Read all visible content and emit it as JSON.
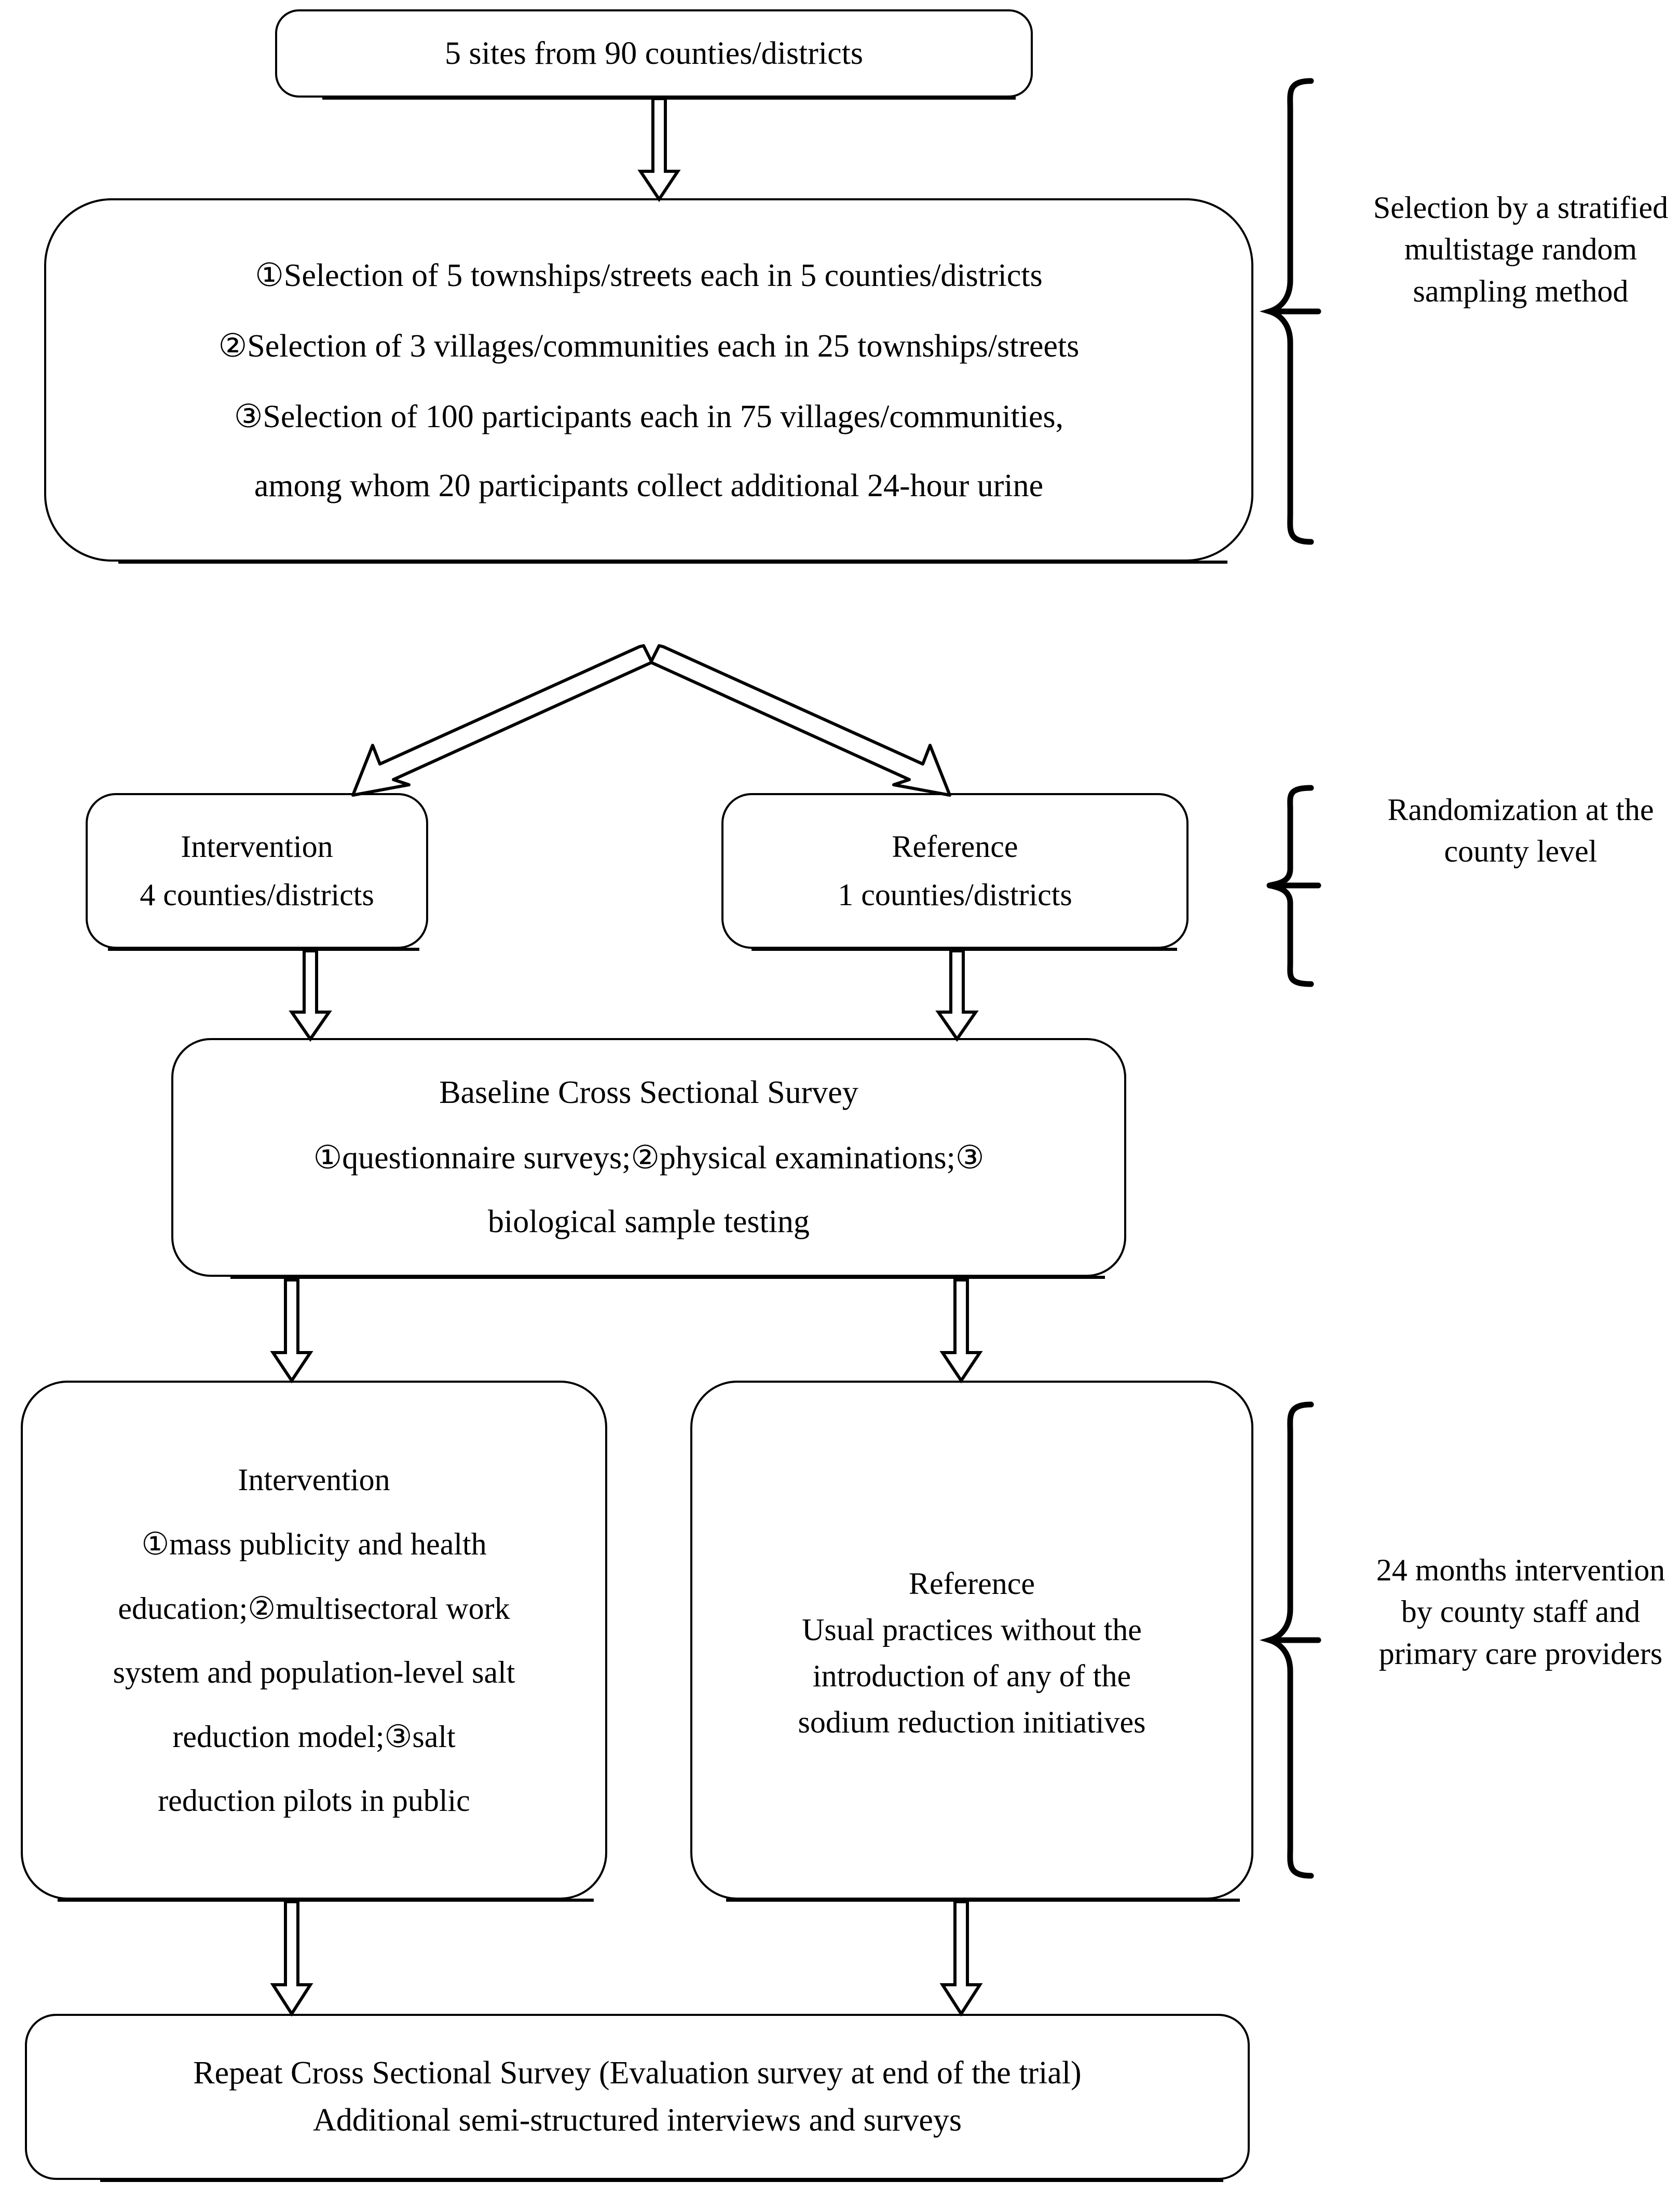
{
  "diagram": {
    "title": "Study design flow diagram",
    "nodes": {
      "sites": {
        "line1": "5 sites from 90 counties/districts"
      },
      "selection": {
        "line1": "①Selection of 5 townships/streets each in 5 counties/districts",
        "line2": "②Selection of 3 villages/communities each in 25 townships/streets",
        "line3": "③Selection of 100 participants each in 75 villages/communities,",
        "line4": "among whom 20 participants collect additional 24-hour urine"
      },
      "intervention_arm": {
        "line1": "Intervention",
        "line2": "4 counties/districts"
      },
      "reference_arm": {
        "line1": "Reference",
        "line2": "1 counties/districts"
      },
      "baseline": {
        "line1": "Baseline Cross Sectional Survey",
        "line2": "①questionnaire surveys;②physical examinations;③",
        "line3": "biological sample testing"
      },
      "intervention_detail": {
        "line1": "Intervention",
        "line2": "①mass publicity and health",
        "line3": "education;②multisectoral work",
        "line4": "system and population-level salt",
        "line5": "reduction model;③salt",
        "line6": "reduction pilots in public"
      },
      "reference_detail": {
        "line1": "Reference",
        "line2": "Usual practices without the",
        "line3": "introduction of any of the",
        "line4": "sodium reduction initiatives"
      },
      "repeat": {
        "line1": "Repeat Cross Sectional Survey (Evaluation survey at end of the trial)",
        "line2": "Additional semi-structured interviews and surveys"
      }
    },
    "annotations": {
      "selection_method": "Selection by a stratified multistage random sampling method",
      "randomization": "Randomization at the county level",
      "intervention_period": "24 months intervention by county staff and primary care providers"
    },
    "colors": {
      "stroke": "#000000",
      "fill": "#ffffff",
      "text": "#000000"
    }
  }
}
